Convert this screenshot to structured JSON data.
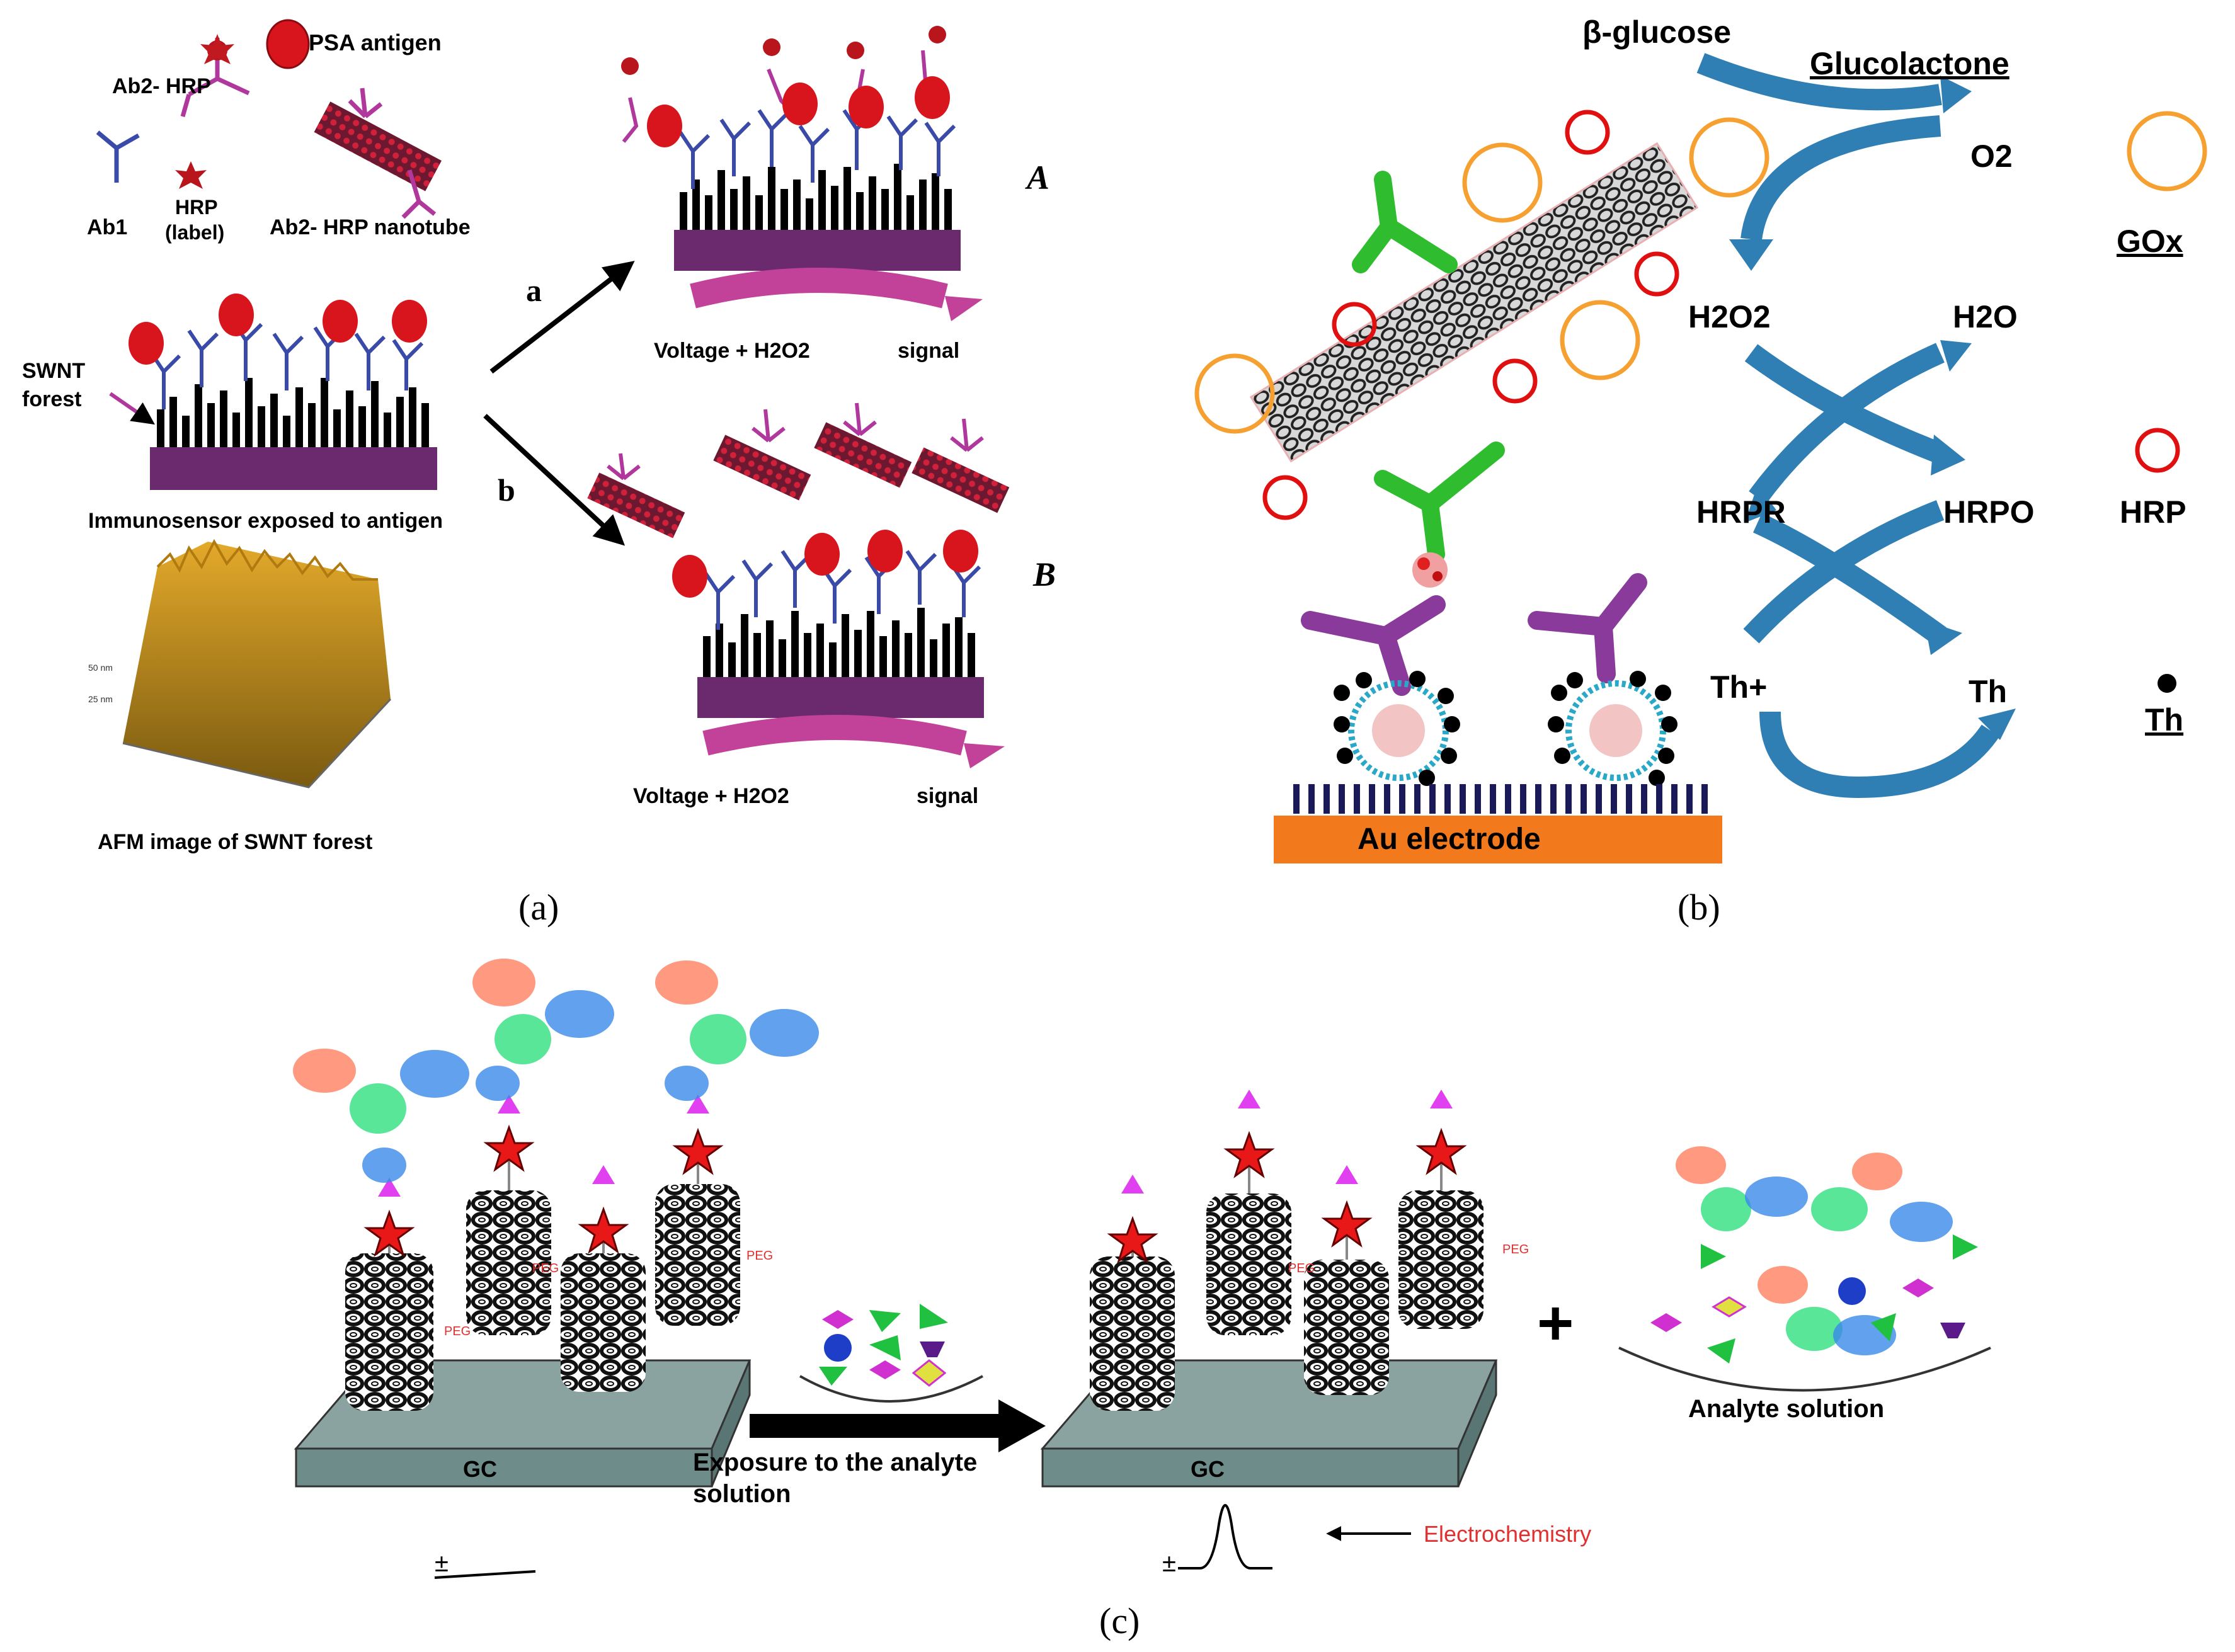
{
  "panel_a": {
    "caption": "(a)",
    "legend": {
      "ab2_hrp": "Ab2- HRP",
      "psa_antigen": "PSA antigen",
      "ab1": "Ab1",
      "hrp_label_1": "HRP",
      "hrp_label_2": "(label)",
      "ab2_hrp_nanotube": "Ab2- HRP nanotube"
    },
    "swnt_forest_1": "SWNT",
    "swnt_forest_2": "forest",
    "immunosensor": "Immunosensor exposed to antigen",
    "afm_caption": "AFM image of SWNT forest",
    "arrow_a": "a",
    "arrow_b": "b",
    "label_A": "A",
    "label_B": "B",
    "voltage_top": "Voltage + H2O2",
    "signal_top": "signal",
    "voltage_bottom": "Voltage + H2O2",
    "signal_bottom": "signal"
  },
  "panel_b": {
    "caption": "(b)",
    "beta_glucose": "β-glucose",
    "glucolactone": "Glucolactone",
    "o2": "O2",
    "gox": "GOx",
    "h2o2": "H2O2",
    "h2o": "H2O",
    "hrp_r": "HRPR",
    "hrp_o": "HRPO",
    "hrp": "HRP",
    "th_plus": "Th+",
    "th": "Th",
    "th_legend": "Th",
    "au_electrode": "Au electrode"
  },
  "panel_c": {
    "caption": "(c)",
    "peg": "PEG",
    "gc_left": "GC",
    "gc_right": "GC",
    "exposure_1": "Exposure to the analyte",
    "exposure_2": "solution",
    "analyte_solution": "Analyte solution",
    "electrochemistry": "Electrochemistry",
    "plus": "+",
    "pm_left": "±",
    "pm_right": "±"
  },
  "colors": {
    "purple_base": "#6b2a6e",
    "antibody_blue": "#3a4aa8",
    "antigen_red": "#d8141c",
    "arrow_blue": "#2f7fb5",
    "au_orange": "#f27a1c",
    "gox_orange": "#f5a030",
    "green_ab": "#2fbd2f",
    "magenta_arrow": "#c2429a",
    "peg_red": "#e03030",
    "gc_slab": "#6e8c8a"
  }
}
